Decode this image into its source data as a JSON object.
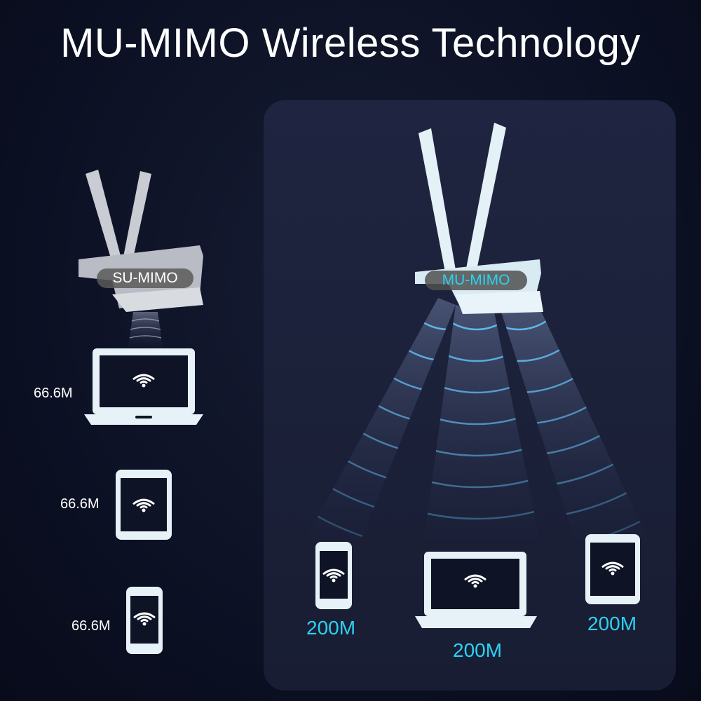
{
  "title": "MU-MIMO Wireless Technology",
  "su_mimo": {
    "label": "SU-MIMO",
    "devices": [
      {
        "type": "laptop",
        "speed": "66.6M"
      },
      {
        "type": "tablet",
        "speed": "66.6M"
      },
      {
        "type": "phone",
        "speed": "66.6M"
      }
    ]
  },
  "mu_mimo": {
    "label": "MU-MIMO",
    "devices": [
      {
        "type": "phone",
        "speed": "200M"
      },
      {
        "type": "laptop",
        "speed": "200M"
      },
      {
        "type": "tablet",
        "speed": "200M"
      }
    ]
  },
  "colors": {
    "accent": "#2cd2f2",
    "wave": "#5fb6ea",
    "device": "#e6f2f8"
  }
}
